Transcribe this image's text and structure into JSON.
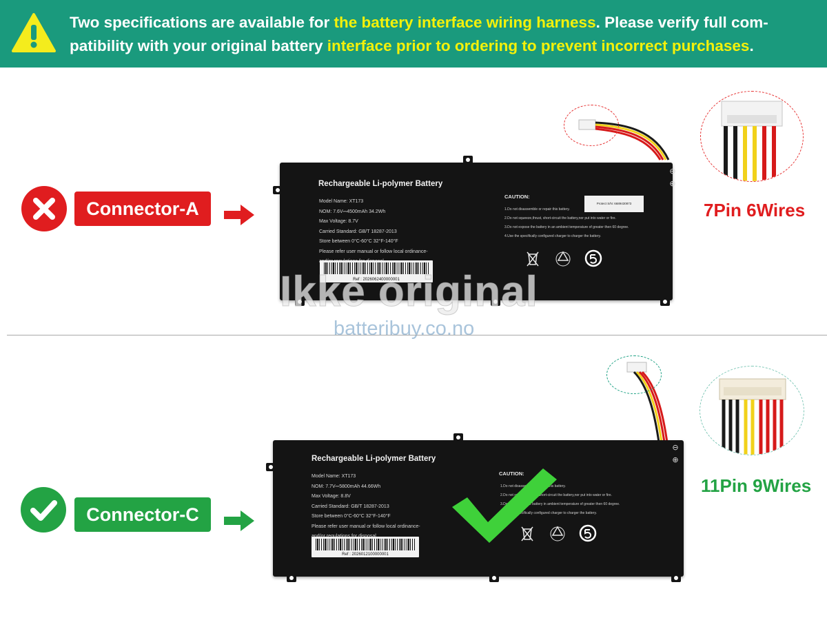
{
  "banner": {
    "segments": [
      {
        "text": "Two specifications are available for ",
        "highlight": false
      },
      {
        "text": "the battery interface wiring harness",
        "highlight": true
      },
      {
        "text": ". Please verify full com-patibility with your original battery ",
        "highlight": false
      },
      {
        "text": "interface prior to ordering to prevent incorrect purchases",
        "highlight": true
      },
      {
        "text": ".",
        "highlight": false
      }
    ],
    "background_color": "#1a9a7d",
    "highlight_color": "#f4f10a",
    "icon": "warning-triangle-icon"
  },
  "rows": {
    "a": {
      "status_icon": "cross-icon",
      "status_color": "#e01d1f",
      "connector_label": "Connector-A",
      "pin_label": "7Pin 6Wires",
      "battery": {
        "title": "Rechargeable Li-polymer Battery",
        "specs": [
          "Model Name: XT173",
          "NOM: 7.6V⎓4500mAh  34.2Wh",
          "Max Voltage: 8.7V",
          "Carried Standard: GB/T 18287-2013",
          "Store between 0°C-60°C  32°F-140°F",
          "Please refer user manual or follow local ordinance-",
          "and/or regulations for disposal"
        ],
        "caution_title": "CAUTION:",
        "caution_lines": [
          "1.Do not disassemble or repair this battery.",
          "2.Do not squeeze,thrust, short-circuit the battery,nor put into water or fire.",
          "3.Do not expose the battery in an ambient temperature of greater then 60 degree.",
          "4.Use the specifically configured charger to charger the battery."
        ],
        "serial": "Protect   S/N: 6689430873",
        "ref": "Ref : 2026062400000001",
        "terminal_marks": [
          "⊖",
          "⊕"
        ]
      }
    },
    "c": {
      "status_icon": "check-icon",
      "status_color": "#23a344",
      "connector_label": "Connector-C",
      "pin_label": "11Pin 9Wires",
      "battery": {
        "title": "Rechargeable Li-polymer Battery",
        "specs": [
          "Model Name: XT173",
          "NOM: 7.7V⎓5800mAh  44.66Wh",
          "Max Voltage: 8.8V",
          "Carried Standard: GB/T 18287-2013",
          "Store between 0°C-60°C  32°F-140°F",
          "Please refer user manual or follow local ordinance-",
          "and/or regulations for disposal"
        ],
        "caution_title": "CAUTION:",
        "caution_lines": [
          "1.Do not disassemble or repair this battery.",
          "2.Do not squeeze,thrust, short-circuit the battery,nor put into water or fire.",
          "3.Do not expose the battery in ambient temperature of greater then 60 degree.",
          "4.Use the specifically configured charger to charger the battery."
        ],
        "ref": "Ref : 2026012100000001",
        "terminal_marks": [
          "⊖",
          "⊕"
        ]
      }
    }
  },
  "watermark": {
    "text": "Ikke original",
    "domain": "batteribuy.co.no"
  }
}
